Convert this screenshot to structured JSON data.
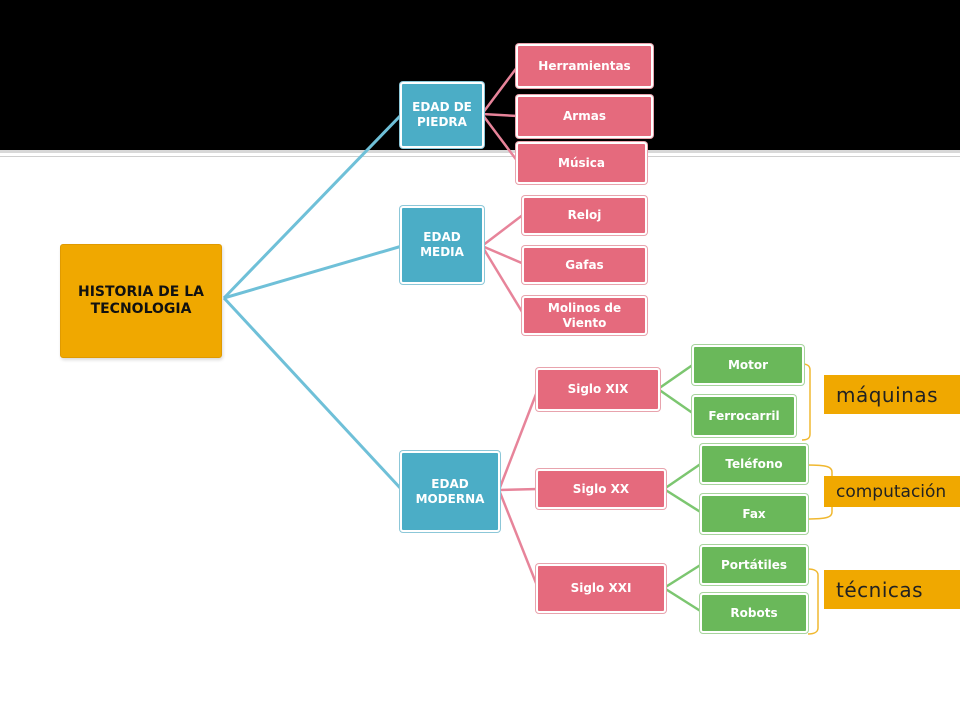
{
  "root": "HISTORIA DE LA TECNOLOGIA",
  "eras": [
    "EDAD DE PIEDRA",
    "EDAD MEDIA",
    "EDAD MODERNA"
  ],
  "piedra": [
    "Herramientas",
    "Armas",
    "Música"
  ],
  "media": [
    "Reloj",
    "Gafas",
    "Molinos de Viento"
  ],
  "siglos": [
    "Siglo XIX",
    "Siglo XX",
    "Siglo XXI"
  ],
  "xix": [
    "Motor",
    "Ferrocarril"
  ],
  "xx": [
    "Teléfono",
    "Fax"
  ],
  "xxi": [
    "Portátiles",
    "Robots"
  ],
  "labels": [
    "máquinas",
    "computación",
    "técnicas"
  ],
  "colors": {
    "root": "#f0a800",
    "era": "#4badc6",
    "pink": "#e56a7d",
    "green": "#6ab85a",
    "label": "#f0a800"
  }
}
